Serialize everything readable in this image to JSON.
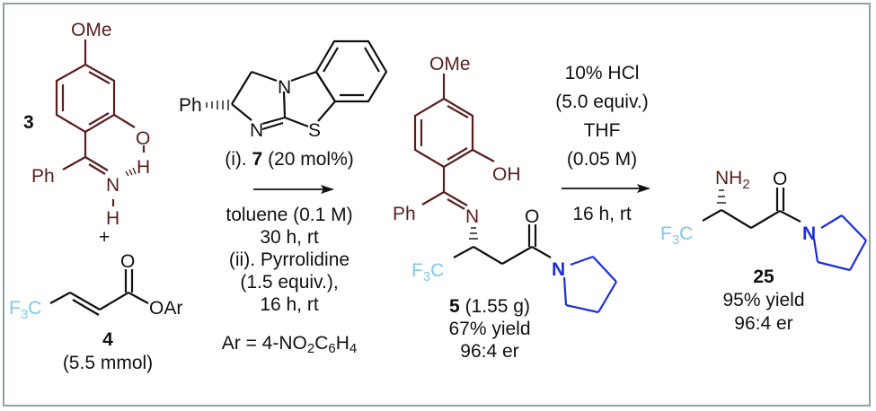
{
  "colors": {
    "imine_fragment": "#5a1e1e",
    "cf3": "#7ec8f0",
    "pyrrolidine": "#1a2ee0",
    "bond": "#111111",
    "border": "#8fa3a6"
  },
  "compound_3": {
    "label": "3",
    "substituents": {
      "top": "OMe",
      "phenol_o": "O",
      "phenol_h": "H",
      "imine_n": "N",
      "imine_h": "H",
      "ph": "Ph"
    }
  },
  "plus": "+",
  "compound_4": {
    "label": "4",
    "amount": "(5.5 mmol)",
    "carbonyl_o": "O",
    "ester": "OAr",
    "cf3_f": "F",
    "cf3_sub": "3",
    "cf3_c": "C"
  },
  "catalyst_7": {
    "ph": "Ph",
    "n_top": "N",
    "n_bottom": "N",
    "s": "S"
  },
  "step1": {
    "above_prefix": "(i). ",
    "catalyst_label": "7",
    "above_suffix": " (20 mol%)",
    "below": [
      "toluene (0.1 M)",
      "30 h, rt",
      "(ii). Pyrrolidine",
      "(1.5 equiv.),",
      "16 h, rt"
    ],
    "ar_def_prefix": "Ar = 4-NO",
    "ar_def_sub1": "2",
    "ar_def_mid": "C",
    "ar_def_sub2": "6",
    "ar_def_h": "H",
    "ar_def_sub3": "4"
  },
  "compound_5": {
    "label": "5",
    "mass": " (1.55 g)",
    "yield": "67% yield",
    "er": "96:4 er",
    "substituents": {
      "top": "OMe",
      "oh": "OH",
      "ph": "Ph",
      "n_imine": "N",
      "carbonyl_o": "O",
      "n_amide": "N"
    }
  },
  "step2": {
    "above": [
      "10% HCl",
      "(5.0 equiv.)",
      "THF",
      "(0.05 M)"
    ],
    "below": "16 h, rt"
  },
  "compound_25": {
    "label": "25",
    "yield": "95% yield",
    "er": "96:4 er",
    "nh2_n": "NH",
    "nh2_sub": "2",
    "carbonyl_o": "O",
    "n_amide": "N"
  }
}
